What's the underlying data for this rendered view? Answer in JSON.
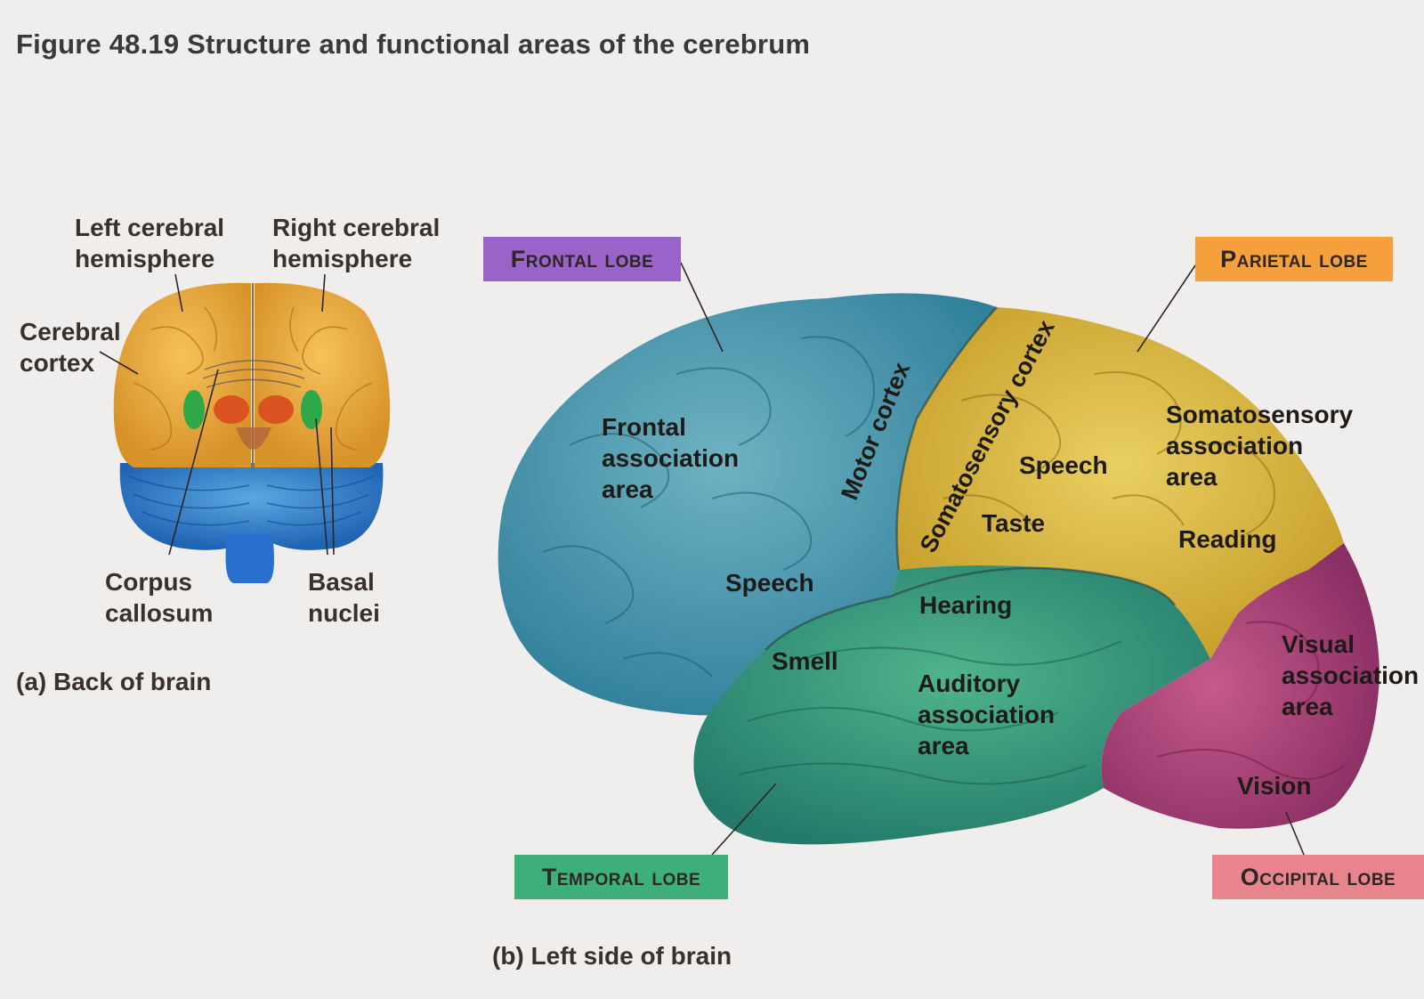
{
  "figure": {
    "title": "Figure 48.19  Structure and functional areas of the cerebrum"
  },
  "panel_a": {
    "caption": "(a) Back of brain",
    "labels": {
      "left_hemisphere": [
        "Left cerebral",
        "hemisphere"
      ],
      "right_hemisphere": [
        "Right cerebral",
        "hemisphere"
      ],
      "cerebral_cortex": [
        "Cerebral",
        "cortex"
      ],
      "corpus_callosum": [
        "Corpus",
        "callosum"
      ],
      "basal_nuclei": [
        "Basal",
        "nuclei"
      ]
    }
  },
  "panel_b": {
    "caption": "(b) Left side of brain",
    "lobes": {
      "frontal": {
        "label": "Frontal lobe",
        "color": "#9a63c9"
      },
      "parietal": {
        "label": "Parietal lobe",
        "color": "#f5a03c"
      },
      "temporal": {
        "label": "Temporal lobe",
        "color": "#3db07a"
      },
      "occipital": {
        "label": "Occipital lobe",
        "color": "#e7848e"
      }
    },
    "areas": {
      "frontal_association": [
        "Frontal",
        "association",
        "area"
      ],
      "motor_cortex": "Motor cortex",
      "somatosensory_cortex": "Somatosensory cortex",
      "speech_parietal": "Speech",
      "taste": "Taste",
      "somatosensory_association": [
        "Somatosensory",
        "association",
        "area"
      ],
      "reading": "Reading",
      "speech_frontal": "Speech",
      "hearing": "Hearing",
      "smell": "Smell",
      "auditory_association": [
        "Auditory",
        "association",
        "area"
      ],
      "visual_association": [
        "Visual",
        "association",
        "area"
      ],
      "vision": "Vision"
    }
  }
}
